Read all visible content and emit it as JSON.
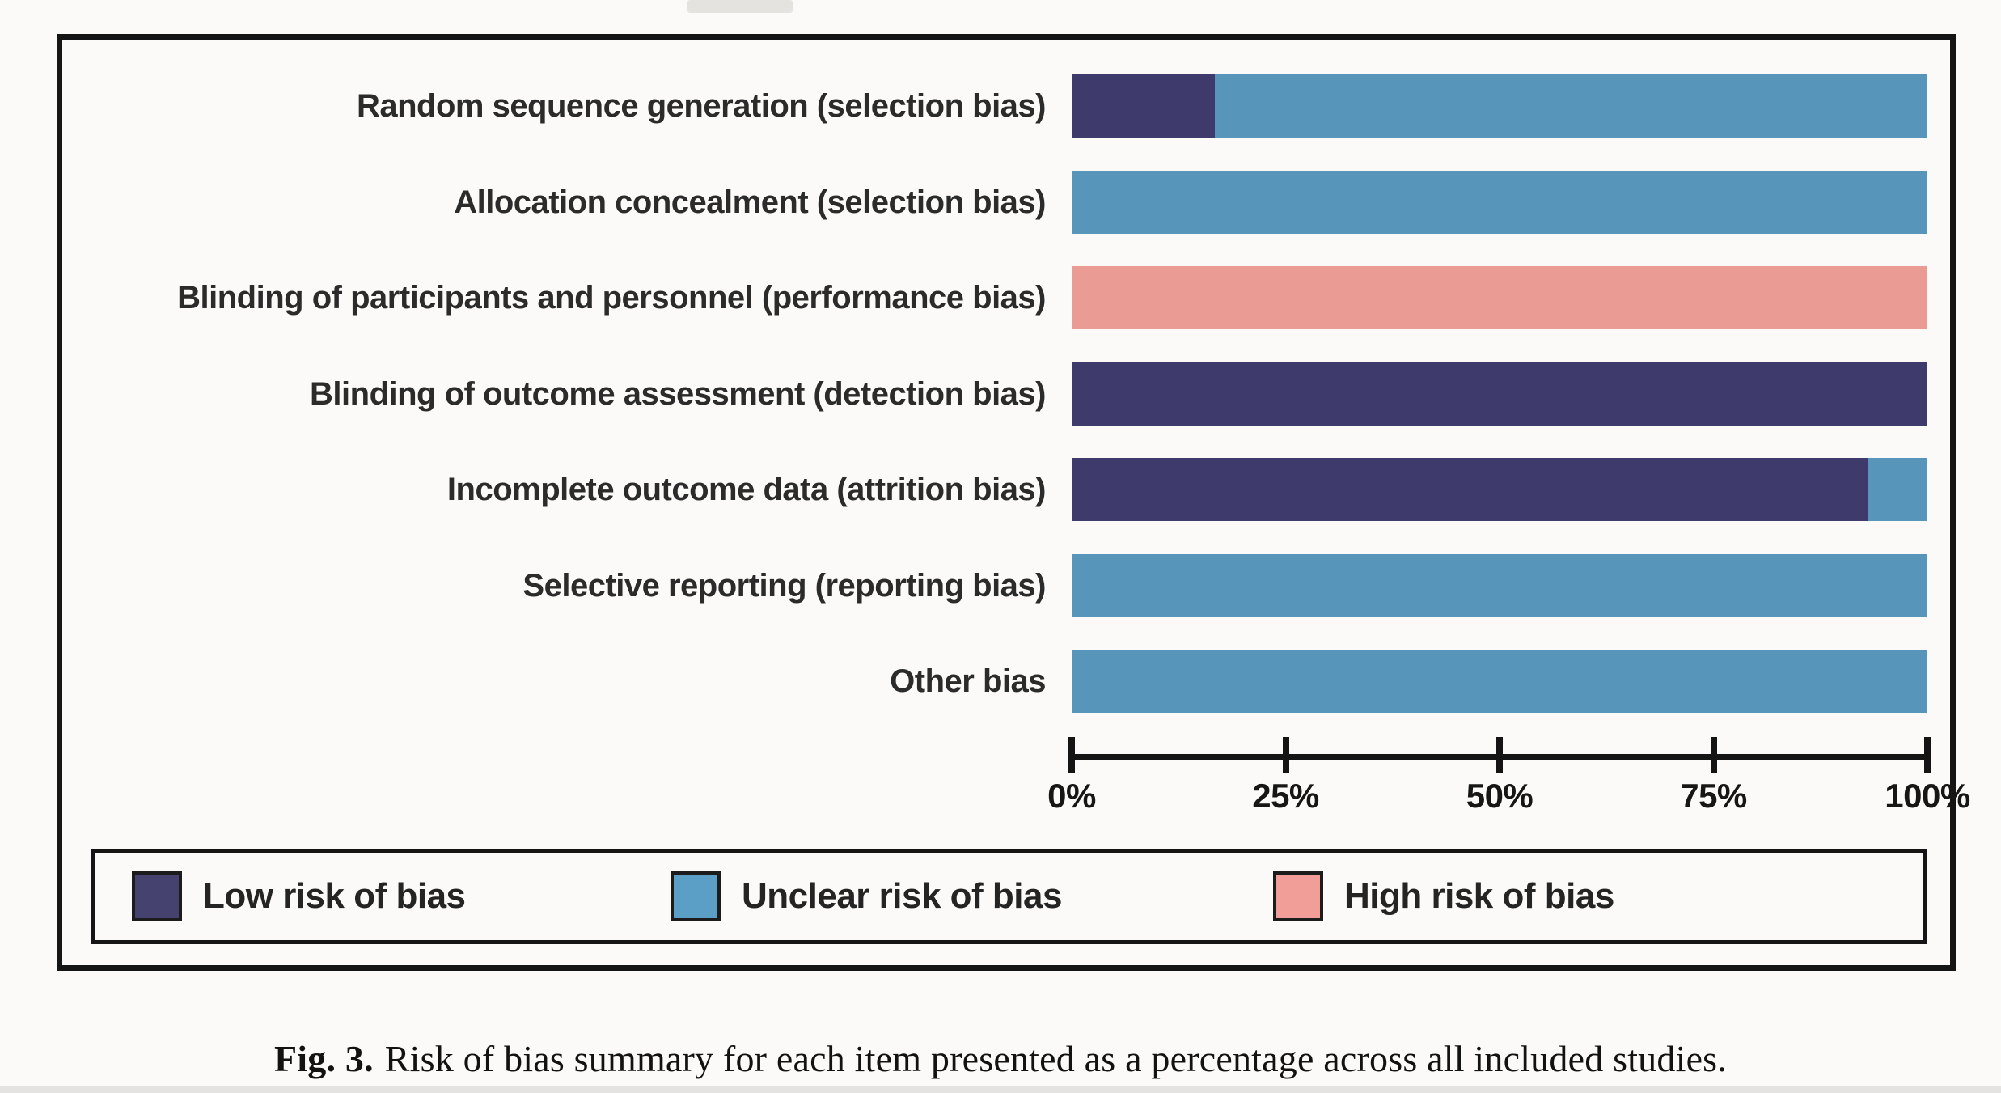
{
  "figure": {
    "caption_prefix": "Fig. 3.",
    "caption_text": "Risk of bias summary for each item presented as a percentage across all included studies."
  },
  "colors": {
    "low_risk": "#3e3b6c",
    "unclear_risk": "#5795ba",
    "high_risk": "#e99b94",
    "axis": "#141414",
    "label_text": "#2b2b2b",
    "background": "#fbfaf8",
    "border": "#151515"
  },
  "chart_data": {
    "type": "bar",
    "orientation": "horizontal",
    "stacked": true,
    "categories": [
      "Random sequence generation (selection bias)",
      "Allocation concealment (selection bias)",
      "Blinding of participants and personnel (performance bias)",
      "Blinding of outcome assessment (detection bias)",
      "Incomplete outcome data (attrition bias)",
      "Selective reporting (reporting bias)",
      "Other bias"
    ],
    "series": [
      {
        "key": "low",
        "name": "Low risk of bias",
        "color": "#3e3b6c",
        "values": [
          16.7,
          0,
          0,
          100,
          93,
          0,
          0
        ]
      },
      {
        "key": "unclear",
        "name": "Unclear risk of bias",
        "color": "#5795ba",
        "values": [
          83.3,
          100,
          0,
          0,
          7,
          100,
          100
        ]
      },
      {
        "key": "high",
        "name": "High risk of bias",
        "color": "#e99b94",
        "values": [
          0,
          0,
          100,
          0,
          0,
          0,
          0
        ]
      }
    ],
    "x_ticks": [
      "0%",
      "25%",
      "50%",
      "75%",
      "100%"
    ],
    "xlim": [
      0,
      100
    ],
    "grid": false,
    "legend_position": "bottom"
  },
  "legend": {
    "items": [
      {
        "key": "low",
        "label": "Low risk of bias",
        "swatch_color": "#46426f"
      },
      {
        "key": "unclear",
        "label": "Unclear risk of bias",
        "swatch_color": "#5c9fc6"
      },
      {
        "key": "high",
        "label": "High risk of bias",
        "swatch_color": "#f09e97"
      }
    ]
  }
}
